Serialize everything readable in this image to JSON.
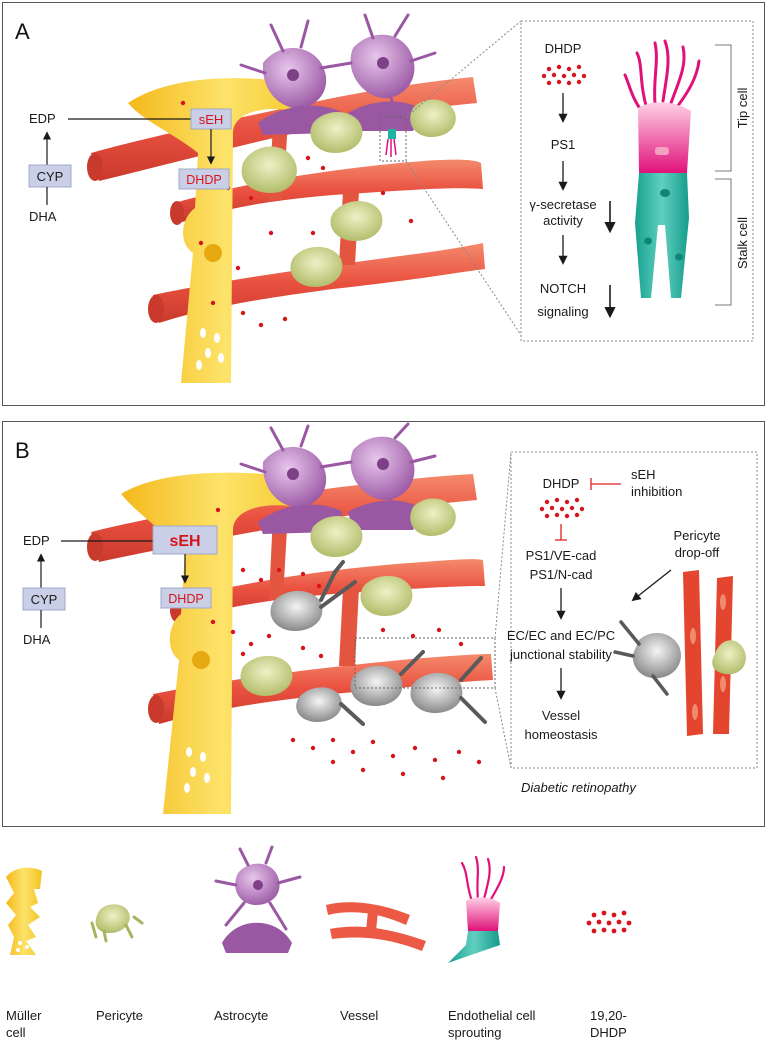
{
  "panel_a": {
    "letter": "A",
    "edp": "EDP",
    "seh": "sEH",
    "dhdp_box": "DHDP",
    "cyp": "CYP",
    "dha": "DHA",
    "pathway": [
      "DHDP",
      "PS1",
      "γ-secretase",
      "activity",
      "NOTCH",
      "signaling"
    ],
    "tip_cell": "Tip cell",
    "stalk_cell": "Stalk cell"
  },
  "panel_b": {
    "letter": "B",
    "edp": "EDP",
    "seh": "sEH",
    "dhdp_box": "DHDP",
    "cyp": "CYP",
    "dha": "DHA",
    "dhdp": "DHDP",
    "seh_inhib_1": "sEH",
    "seh_inhib_2": "inhibition",
    "ps1_ve": "PS1/VE-cad",
    "ps1_n": "PS1/N-cad",
    "junction_1": "EC/EC and EC/PC",
    "junction_2": "junctional stability",
    "homeo_1": "Vessel",
    "homeo_2": "homeostasis",
    "pericyte_1": "Pericyte",
    "pericyte_2": "drop-off",
    "caption": "Diabetic retinopathy"
  },
  "legend": [
    {
      "l1": "Müller",
      "l2": "cell"
    },
    {
      "l1": "Pericyte",
      "l2": ""
    },
    {
      "l1": "Astrocyte",
      "l2": ""
    },
    {
      "l1": "Vessel",
      "l2": ""
    },
    {
      "l1": "Endothelial cell",
      "l2": "sprouting"
    },
    {
      "l1": "19,20-",
      "l2": "DHDP"
    }
  ],
  "colors": {
    "vessel": "#ec5a45",
    "muller": "#f6cf2e",
    "pericyte": "#c9d27f",
    "astrocyte": "#a268ab",
    "tip": "#e6187a",
    "stalk": "#1fb2a0",
    "dhdp_dot": "#d7141c",
    "label_box": "#c9cfe6",
    "inhibition": "#e0201f"
  }
}
